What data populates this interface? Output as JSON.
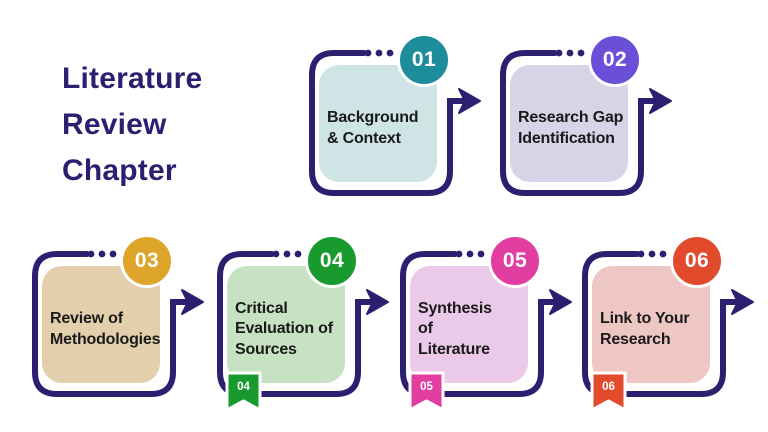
{
  "title": "Literature\nReview\nChapter",
  "colors": {
    "background": "#ffffff",
    "ink": "#2c1f6f",
    "card_text": "#1a1a1a"
  },
  "cards": [
    {
      "number": "01",
      "label": "Background\n& Context",
      "circle_color": "#1e8d9b",
      "box_color": "#cfe4e4",
      "ribbon": null
    },
    {
      "number": "02",
      "label": "Research Gap\nIdentification",
      "circle_color": "#6a50d8",
      "box_color": "#d8d4e8",
      "ribbon": null
    },
    {
      "number": "03",
      "label": "Review of\nMethodologies",
      "circle_color": "#dda62b",
      "box_color": "#e3cfac",
      "ribbon": null
    },
    {
      "number": "04",
      "label": "Critical\nEvaluation of\nSources",
      "circle_color": "#199a2e",
      "box_color": "#c7e1c3",
      "ribbon": "04"
    },
    {
      "number": "05",
      "label": "Synthesis\nof\nLiterature",
      "circle_color": "#e23da1",
      "box_color": "#eac9e9",
      "ribbon": "05"
    },
    {
      "number": "06",
      "label": "Link to Your\nResearch",
      "circle_color": "#e24a2c",
      "box_color": "#eec7c4",
      "ribbon": "06"
    }
  ]
}
